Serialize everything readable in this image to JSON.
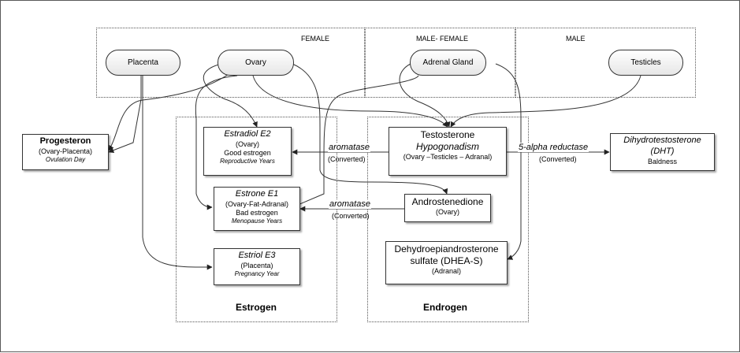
{
  "groups": {
    "female": "FEMALE",
    "male_female": "MALE- FEMALE",
    "male": "MALE",
    "estrogen": "Estrogen",
    "endrogen": "Endrogen"
  },
  "sources": {
    "placenta": "Placenta",
    "ovary": "Ovary",
    "adrenal_gland": "Adrenal Gland",
    "testicles": "Testicles"
  },
  "progesteron": {
    "title": "Progesteron",
    "line1": "(Ovary-Placenta)",
    "line2": "Ovulation Day"
  },
  "estradiol": {
    "title": "Estradiol E2",
    "line1": "(Ovary)",
    "line2": "Good estrogen",
    "line3": "Reproductive Years"
  },
  "estrone": {
    "title": "Estrone E1",
    "line1": "(Ovary-Fat-Adranal)",
    "line2": "Bad estrogen",
    "line3": "Menopause Years"
  },
  "estriol": {
    "title": "Estriol E3",
    "line1": "(Placenta)",
    "line2": "Pregnancy Year"
  },
  "testosterone": {
    "title": "Testosterone",
    "line1": "Hypogonadism",
    "line2": "(Ovary –Testicles – Adranal)"
  },
  "androstenedione": {
    "title": "Androstenedione",
    "line1": "(Ovary)"
  },
  "dhea": {
    "title": "Dehydroepiandrosterone",
    "line1": "sulfate (DHEA-S)",
    "line2": "(Adranal)"
  },
  "dht": {
    "title": "Dihydrotestosterone",
    "line1": "(DHT)",
    "line2": "Baldness"
  },
  "labels": {
    "aromatase_1": "aromatase",
    "converted_1": "(Converted)",
    "aromatase_2": "aromatase",
    "converted_2": "(Converted)",
    "reductase": "5-alpha reductase",
    "converted_3": "(Converted)"
  }
}
